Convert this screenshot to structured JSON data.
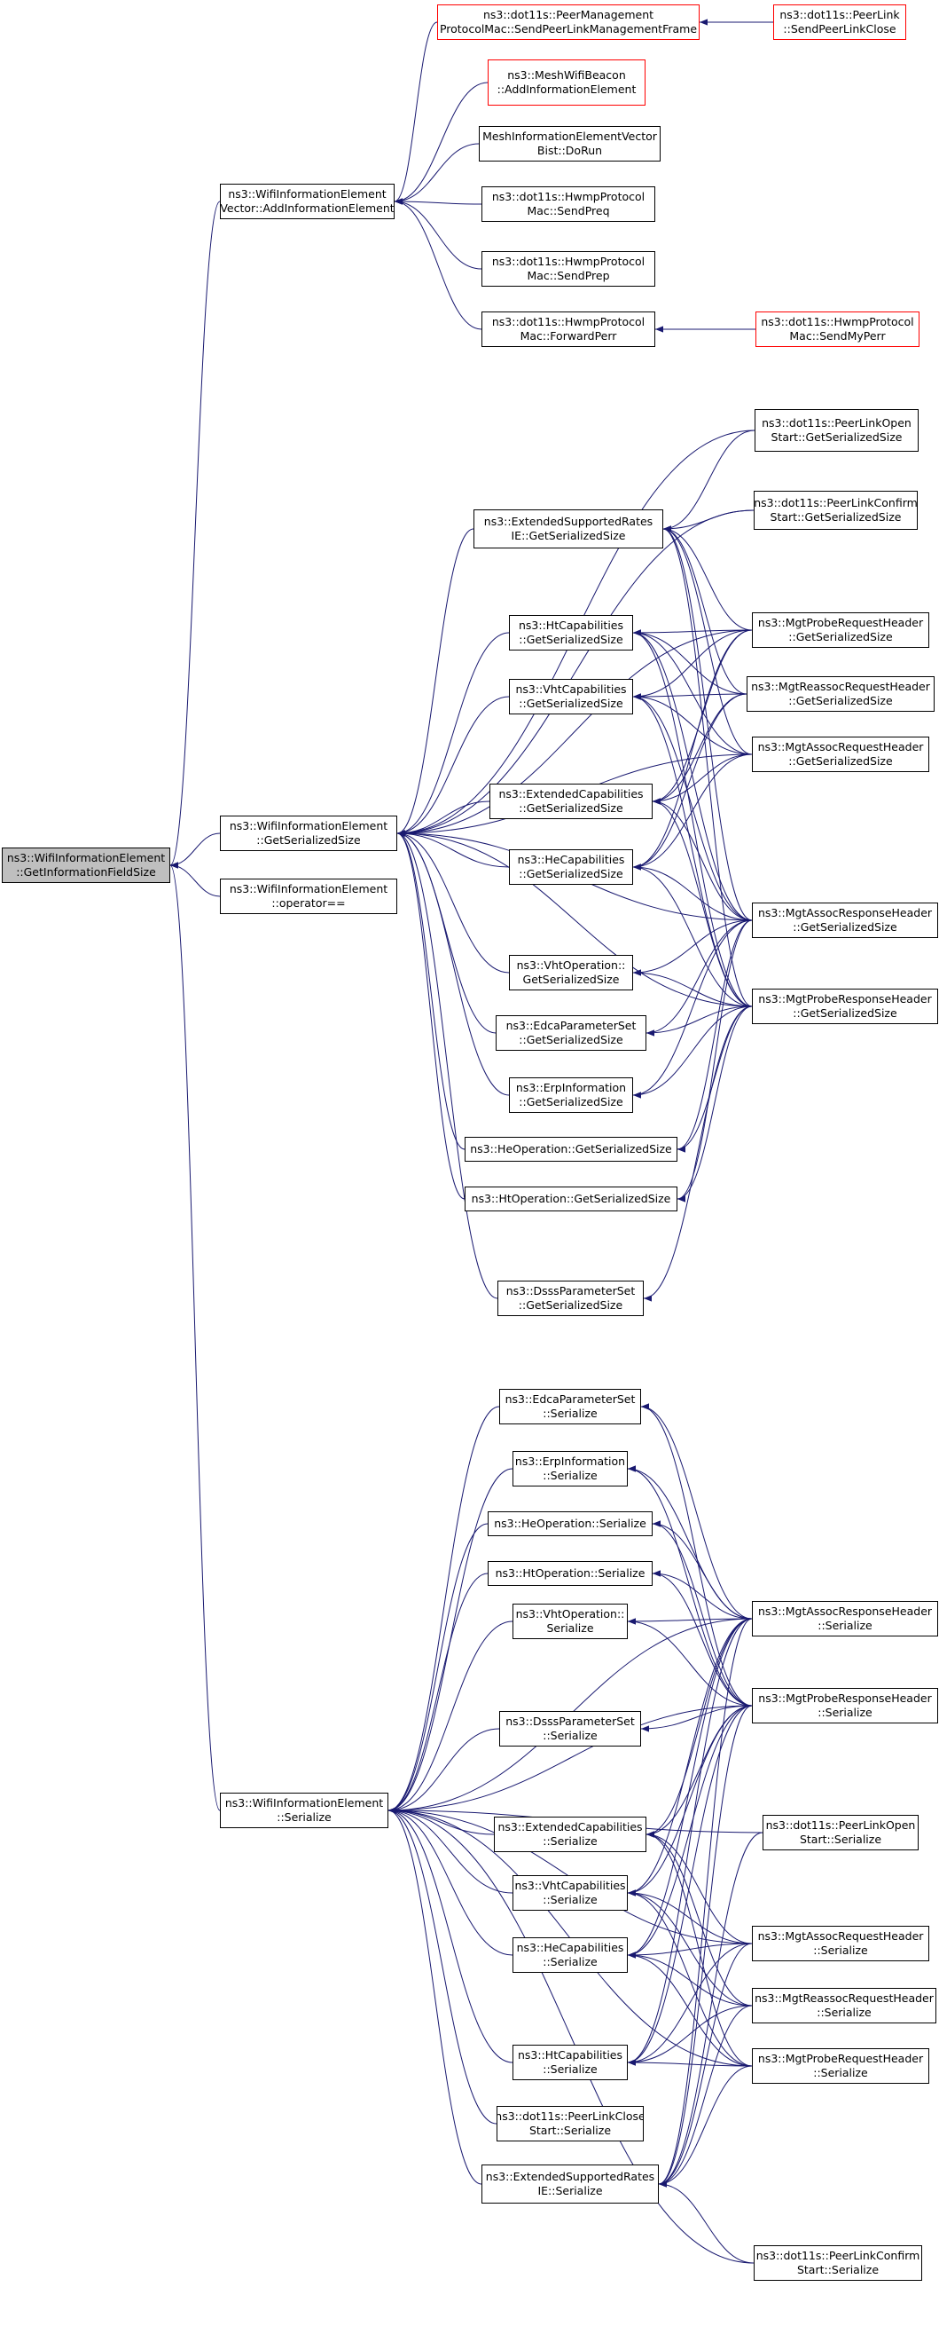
{
  "colors": {
    "edge": "#191970",
    "node_border": "#000000",
    "truncated_border": "#ff0000",
    "root_fill": "#bfbfbf"
  },
  "nodes": [
    {
      "id": "root",
      "lines": [
        "ns3::WifiInformationElement",
        "::GetInformationFieldSize"
      ],
      "style": "root"
    },
    {
      "id": "aie",
      "lines": [
        "ns3::WifiInformationElement",
        "Vector::AddInformationElement"
      ]
    },
    {
      "id": "gss",
      "lines": [
        "ns3::WifiInformationElement",
        "::GetSerializedSize"
      ]
    },
    {
      "id": "opeq",
      "lines": [
        "ns3::WifiInformationElement",
        "::operator=="
      ]
    },
    {
      "id": "ser",
      "lines": [
        "ns3::WifiInformationElement",
        "::Serialize"
      ]
    },
    {
      "id": "pmp",
      "lines": [
        "ns3::dot11s::PeerManagement",
        "ProtocolMac::SendPeerLinkManagementFrame"
      ],
      "style": "red"
    },
    {
      "id": "plclose",
      "lines": [
        "ns3::dot11s::PeerLink",
        "::SendPeerLinkClose"
      ],
      "style": "red"
    },
    {
      "id": "mwb",
      "lines": [
        "ns3::MeshWifiBeacon",
        "::AddInformationElement"
      ],
      "style": "red"
    },
    {
      "id": "miev",
      "lines": [
        "MeshInformationElementVector",
        "Bist::DoRun"
      ]
    },
    {
      "id": "preq",
      "lines": [
        "ns3::dot11s::HwmpProtocol",
        "Mac::SendPreq"
      ]
    },
    {
      "id": "prep",
      "lines": [
        "ns3::dot11s::HwmpProtocol",
        "Mac::SendPrep"
      ]
    },
    {
      "id": "fperr",
      "lines": [
        "ns3::dot11s::HwmpProtocol",
        "Mac::ForwardPerr"
      ]
    },
    {
      "id": "myperr",
      "lines": [
        "ns3::dot11s::HwmpProtocol",
        "Mac::SendMyPerr"
      ],
      "style": "red"
    },
    {
      "id": "g_esr",
      "lines": [
        "ns3::ExtendedSupportedRates",
        "IE::GetSerializedSize"
      ]
    },
    {
      "id": "g_ht",
      "lines": [
        "ns3::HtCapabilities",
        "::GetSerializedSize"
      ]
    },
    {
      "id": "g_vht",
      "lines": [
        "ns3::VhtCapabilities",
        "::GetSerializedSize"
      ]
    },
    {
      "id": "g_ext",
      "lines": [
        "ns3::ExtendedCapabilities",
        "::GetSerializedSize"
      ]
    },
    {
      "id": "g_he",
      "lines": [
        "ns3::HeCapabilities",
        "::GetSerializedSize"
      ]
    },
    {
      "id": "g_vhto",
      "lines": [
        "ns3::VhtOperation::",
        "GetSerializedSize"
      ]
    },
    {
      "id": "g_edca",
      "lines": [
        "ns3::EdcaParameterSet",
        "::GetSerializedSize"
      ]
    },
    {
      "id": "g_erp",
      "lines": [
        "ns3::ErpInformation",
        "::GetSerializedSize"
      ]
    },
    {
      "id": "g_heo",
      "lines": [
        "ns3::HeOperation::GetSerializedSize"
      ]
    },
    {
      "id": "g_hto",
      "lines": [
        "ns3::HtOperation::GetSerializedSize"
      ]
    },
    {
      "id": "g_dsss",
      "lines": [
        "ns3::DsssParameterSet",
        "::GetSerializedSize"
      ]
    },
    {
      "id": "g_plo",
      "lines": [
        "ns3::dot11s::PeerLinkOpen",
        "Start::GetSerializedSize"
      ]
    },
    {
      "id": "g_plc",
      "lines": [
        "ns3::dot11s::PeerLinkConfirm",
        "Start::GetSerializedSize"
      ]
    },
    {
      "id": "g_mpreq",
      "lines": [
        "ns3::MgtProbeRequestHeader",
        "::GetSerializedSize"
      ]
    },
    {
      "id": "g_mreas",
      "lines": [
        "ns3::MgtReassocRequestHeader",
        "::GetSerializedSize"
      ]
    },
    {
      "id": "g_masreq",
      "lines": [
        "ns3::MgtAssocRequestHeader",
        "::GetSerializedSize"
      ]
    },
    {
      "id": "g_masres",
      "lines": [
        "ns3::MgtAssocResponseHeader",
        "::GetSerializedSize"
      ]
    },
    {
      "id": "g_mpres",
      "lines": [
        "ns3::MgtProbeResponseHeader",
        "::GetSerializedSize"
      ]
    },
    {
      "id": "s_edca",
      "lines": [
        "ns3::EdcaParameterSet",
        "::Serialize"
      ]
    },
    {
      "id": "s_erp",
      "lines": [
        "ns3::ErpInformation",
        "::Serialize"
      ]
    },
    {
      "id": "s_heo",
      "lines": [
        "ns3::HeOperation::Serialize"
      ]
    },
    {
      "id": "s_hto",
      "lines": [
        "ns3::HtOperation::Serialize"
      ]
    },
    {
      "id": "s_vhto",
      "lines": [
        "ns3::VhtOperation::",
        "Serialize"
      ]
    },
    {
      "id": "s_dsss",
      "lines": [
        "ns3::DsssParameterSet",
        "::Serialize"
      ]
    },
    {
      "id": "s_ext",
      "lines": [
        "ns3::ExtendedCapabilities",
        "::Serialize"
      ]
    },
    {
      "id": "s_vht",
      "lines": [
        "ns3::VhtCapabilities",
        "::Serialize"
      ]
    },
    {
      "id": "s_he",
      "lines": [
        "ns3::HeCapabilities",
        "::Serialize"
      ]
    },
    {
      "id": "s_ht",
      "lines": [
        "ns3::HtCapabilities",
        "::Serialize"
      ]
    },
    {
      "id": "s_plcl",
      "lines": [
        "ns3::dot11s::PeerLinkClose",
        "Start::Serialize"
      ]
    },
    {
      "id": "s_esr",
      "lines": [
        "ns3::ExtendedSupportedRates",
        "IE::Serialize"
      ]
    },
    {
      "id": "s_masres",
      "lines": [
        "ns3::MgtAssocResponseHeader",
        "::Serialize"
      ]
    },
    {
      "id": "s_mpres",
      "lines": [
        "ns3::MgtProbeResponseHeader",
        "::Serialize"
      ]
    },
    {
      "id": "s_plo",
      "lines": [
        "ns3::dot11s::PeerLinkOpen",
        "Start::Serialize"
      ]
    },
    {
      "id": "s_masreq",
      "lines": [
        "ns3::MgtAssocRequestHeader",
        "::Serialize"
      ]
    },
    {
      "id": "s_mreas",
      "lines": [
        "ns3::MgtReassocRequestHeader",
        "::Serialize"
      ]
    },
    {
      "id": "s_mpreq",
      "lines": [
        "ns3::MgtProbeRequestHeader",
        "::Serialize"
      ]
    },
    {
      "id": "s_plc",
      "lines": [
        "ns3::dot11s::PeerLinkConfirm",
        "Start::Serialize"
      ]
    }
  ],
  "edges": [
    [
      "aie",
      "root"
    ],
    [
      "gss",
      "root"
    ],
    [
      "opeq",
      "root"
    ],
    [
      "ser",
      "root"
    ],
    [
      "pmp",
      "aie"
    ],
    [
      "plclose",
      "pmp"
    ],
    [
      "mwb",
      "aie"
    ],
    [
      "miev",
      "aie"
    ],
    [
      "preq",
      "aie"
    ],
    [
      "prep",
      "aie"
    ],
    [
      "fperr",
      "aie"
    ],
    [
      "myperr",
      "fperr"
    ],
    [
      "g_esr",
      "gss"
    ],
    [
      "g_ht",
      "gss"
    ],
    [
      "g_vht",
      "gss"
    ],
    [
      "g_ext",
      "gss"
    ],
    [
      "g_he",
      "gss"
    ],
    [
      "g_vhto",
      "gss"
    ],
    [
      "g_edca",
      "gss"
    ],
    [
      "g_erp",
      "gss"
    ],
    [
      "g_heo",
      "gss"
    ],
    [
      "g_hto",
      "gss"
    ],
    [
      "g_dsss",
      "gss"
    ],
    [
      "g_plo",
      "gss"
    ],
    [
      "g_plc",
      "gss"
    ],
    [
      "g_mpreq",
      "gss"
    ],
    [
      "g_masreq",
      "gss"
    ],
    [
      "g_masres",
      "gss"
    ],
    [
      "g_mpres",
      "gss"
    ],
    [
      "g_plo",
      "g_esr"
    ],
    [
      "g_plc",
      "g_esr"
    ],
    [
      "g_mpreq",
      "g_esr"
    ],
    [
      "g_mreas",
      "g_esr"
    ],
    [
      "g_masreq",
      "g_esr"
    ],
    [
      "g_masres",
      "g_esr"
    ],
    [
      "g_mpres",
      "g_esr"
    ],
    [
      "g_mpreq",
      "g_ht"
    ],
    [
      "g_mreas",
      "g_ht"
    ],
    [
      "g_masreq",
      "g_ht"
    ],
    [
      "g_masres",
      "g_ht"
    ],
    [
      "g_mpres",
      "g_ht"
    ],
    [
      "g_mpreq",
      "g_vht"
    ],
    [
      "g_mreas",
      "g_vht"
    ],
    [
      "g_masreq",
      "g_vht"
    ],
    [
      "g_masres",
      "g_vht"
    ],
    [
      "g_mpres",
      "g_vht"
    ],
    [
      "g_mpreq",
      "g_ext"
    ],
    [
      "g_mreas",
      "g_ext"
    ],
    [
      "g_masreq",
      "g_ext"
    ],
    [
      "g_masres",
      "g_ext"
    ],
    [
      "g_mpres",
      "g_ext"
    ],
    [
      "g_mpreq",
      "g_he"
    ],
    [
      "g_mreas",
      "g_he"
    ],
    [
      "g_masreq",
      "g_he"
    ],
    [
      "g_masres",
      "g_he"
    ],
    [
      "g_mpres",
      "g_he"
    ],
    [
      "g_masres",
      "g_vhto"
    ],
    [
      "g_mpres",
      "g_vhto"
    ],
    [
      "g_masres",
      "g_edca"
    ],
    [
      "g_mpres",
      "g_edca"
    ],
    [
      "g_masres",
      "g_erp"
    ],
    [
      "g_mpres",
      "g_erp"
    ],
    [
      "g_masres",
      "g_heo"
    ],
    [
      "g_mpres",
      "g_heo"
    ],
    [
      "g_masres",
      "g_hto"
    ],
    [
      "g_mpres",
      "g_hto"
    ],
    [
      "g_mpres",
      "g_dsss"
    ],
    [
      "s_edca",
      "ser"
    ],
    [
      "s_erp",
      "ser"
    ],
    [
      "s_heo",
      "ser"
    ],
    [
      "s_hto",
      "ser"
    ],
    [
      "s_vhto",
      "ser"
    ],
    [
      "s_dsss",
      "ser"
    ],
    [
      "s_ext",
      "ser"
    ],
    [
      "s_vht",
      "ser"
    ],
    [
      "s_he",
      "ser"
    ],
    [
      "s_ht",
      "ser"
    ],
    [
      "s_plcl",
      "ser"
    ],
    [
      "s_esr",
      "ser"
    ],
    [
      "s_masres",
      "ser"
    ],
    [
      "s_mpres",
      "ser"
    ],
    [
      "s_plo",
      "ser"
    ],
    [
      "s_masreq",
      "ser"
    ],
    [
      "s_mpreq",
      "ser"
    ],
    [
      "s_plc",
      "ser"
    ],
    [
      "s_masres",
      "s_edca"
    ],
    [
      "s_mpres",
      "s_edca"
    ],
    [
      "s_masres",
      "s_erp"
    ],
    [
      "s_mpres",
      "s_erp"
    ],
    [
      "s_masres",
      "s_heo"
    ],
    [
      "s_mpres",
      "s_heo"
    ],
    [
      "s_masres",
      "s_hto"
    ],
    [
      "s_mpres",
      "s_hto"
    ],
    [
      "s_masres",
      "s_vhto"
    ],
    [
      "s_mpres",
      "s_vhto"
    ],
    [
      "s_mpres",
      "s_dsss"
    ],
    [
      "s_masres",
      "s_ext"
    ],
    [
      "s_mpres",
      "s_ext"
    ],
    [
      "s_masreq",
      "s_ext"
    ],
    [
      "s_mreas",
      "s_ext"
    ],
    [
      "s_mpreq",
      "s_ext"
    ],
    [
      "s_masres",
      "s_vht"
    ],
    [
      "s_mpres",
      "s_vht"
    ],
    [
      "s_masreq",
      "s_vht"
    ],
    [
      "s_mreas",
      "s_vht"
    ],
    [
      "s_mpreq",
      "s_vht"
    ],
    [
      "s_masres",
      "s_he"
    ],
    [
      "s_mpres",
      "s_he"
    ],
    [
      "s_masreq",
      "s_he"
    ],
    [
      "s_mreas",
      "s_he"
    ],
    [
      "s_mpreq",
      "s_he"
    ],
    [
      "s_masres",
      "s_ht"
    ],
    [
      "s_mpres",
      "s_ht"
    ],
    [
      "s_masreq",
      "s_ht"
    ],
    [
      "s_mreas",
      "s_ht"
    ],
    [
      "s_mpreq",
      "s_ht"
    ],
    [
      "s_masres",
      "s_esr"
    ],
    [
      "s_mpres",
      "s_esr"
    ],
    [
      "s_plo",
      "s_esr"
    ],
    [
      "s_masreq",
      "s_esr"
    ],
    [
      "s_mreas",
      "s_esr"
    ],
    [
      "s_mpreq",
      "s_esr"
    ],
    [
      "s_plc",
      "s_esr"
    ]
  ]
}
